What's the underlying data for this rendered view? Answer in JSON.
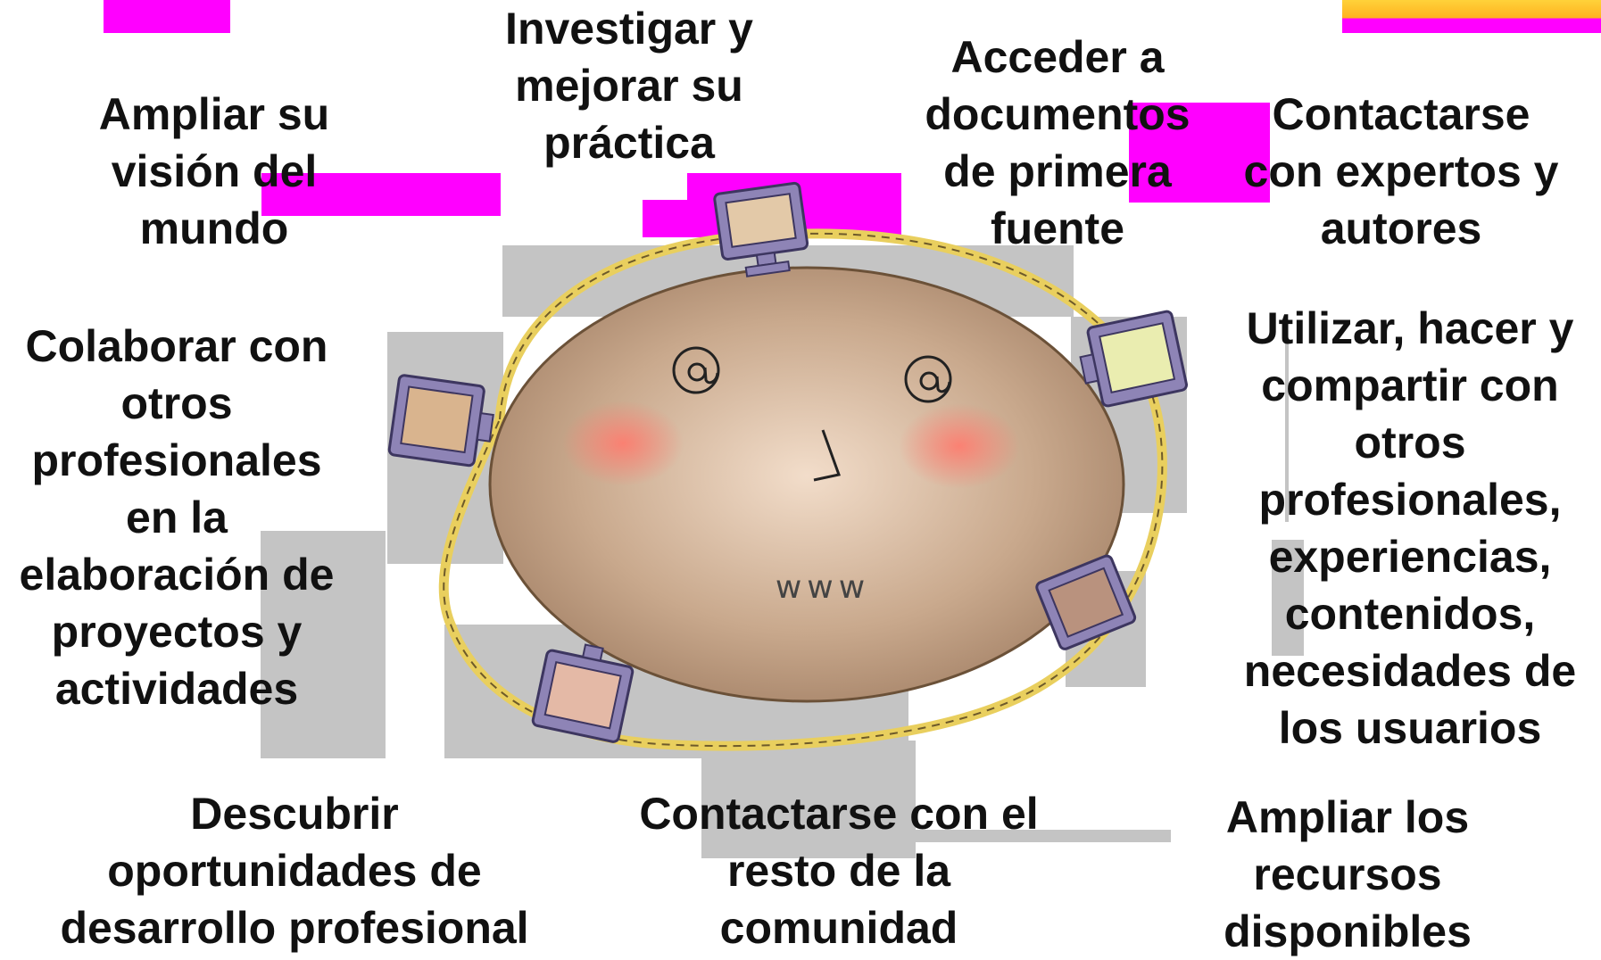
{
  "colors": {
    "accent_magenta": "#ff00ff",
    "artifact_gray": "#c4c4c4",
    "orange_strip": "#ffc02a",
    "text": "#111111",
    "globe": "#c8a88c",
    "cable": "#e9cf5e",
    "computer": "#8e84b6"
  },
  "icons": {
    "globe": "smiling-globe-icon",
    "computer": "computer-terminal-icon",
    "at_sign": "at-sign-icon"
  },
  "center": {
    "www_text": "www"
  },
  "labels": {
    "investigar": "Investigar y\nmejorar su\npráctica",
    "acceder": "Acceder a\ndocumentos\nde primera\nfuente",
    "ampliar_vision": "Ampliar su\nvisión del\nmundo",
    "contactarse_expertos": "Contactarse\ncon expertos y\nautores",
    "colaborar": "Colaborar con\notros\nprofesionales\nen la\nelaboración de\nproyectos y\nactividades",
    "utilizar": "Utilizar, hacer y\ncompartir con\notros\nprofesionales,\nexperiencias,\ncontenidos,\nnecesidades de\nlos usuarios",
    "descubrir": "Descubrir\noportunidades de\ndesarrollo profesional",
    "contactarse_comunidad": "Contactarse con el\nresto de la\ncomunidad",
    "ampliar_recursos": "Ampliar los\nrecursos\ndisponibles"
  }
}
